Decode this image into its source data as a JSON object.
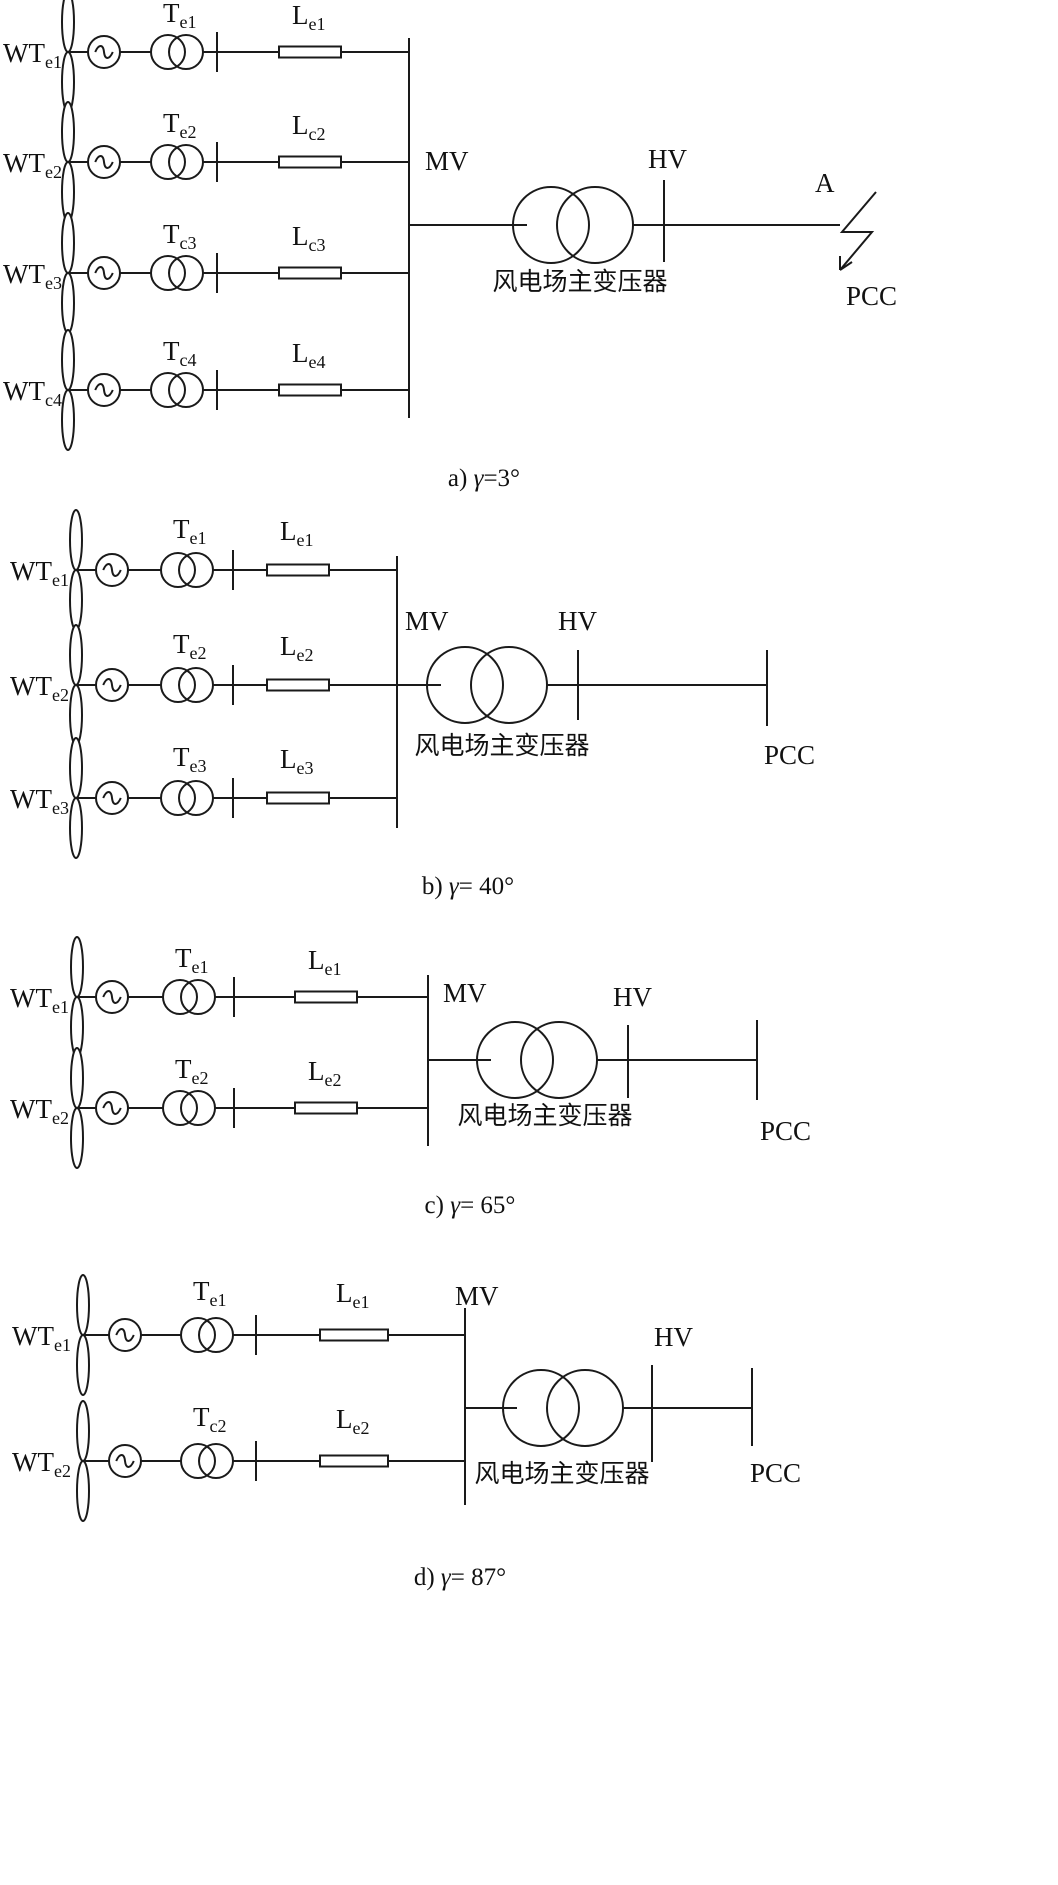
{
  "panels": [
    {
      "id": "a",
      "caption": {
        "prefix": "a) ",
        "symbol": "γ",
        "value": "=3°"
      },
      "branches": [
        {
          "turbine": [
            "WT",
            "e1"
          ],
          "transformer": [
            "T",
            "e1"
          ],
          "line": [
            "L",
            "e1"
          ]
        },
        {
          "turbine": [
            "WT",
            "e2"
          ],
          "transformer": [
            "T",
            "e2"
          ],
          "line": [
            "L",
            "c2"
          ]
        },
        {
          "turbine": [
            "WT",
            "e3"
          ],
          "transformer": [
            "T",
            "c3"
          ],
          "line": [
            "L",
            "c3"
          ]
        },
        {
          "turbine": [
            "WT",
            "c4"
          ],
          "transformer": [
            "T",
            "c4"
          ],
          "line": [
            "L",
            "e4"
          ]
        }
      ],
      "mv_label": "MV",
      "hv_label": "HV",
      "main_transformer_label": "风电场主变压器",
      "pcc_label": "PCC",
      "fault_label": "A"
    },
    {
      "id": "b",
      "caption": {
        "prefix": "b) ",
        "symbol": "γ",
        "value": "= 40°"
      },
      "branches": [
        {
          "turbine": [
            "WT",
            "e1"
          ],
          "transformer": [
            "T",
            "e1"
          ],
          "line": [
            "L",
            "e1"
          ]
        },
        {
          "turbine": [
            "WT",
            "e2"
          ],
          "transformer": [
            "T",
            "e2"
          ],
          "line": [
            "L",
            "e2"
          ]
        },
        {
          "turbine": [
            "WT",
            "e3"
          ],
          "transformer": [
            "T",
            "e3"
          ],
          "line": [
            "L",
            "e3"
          ]
        }
      ],
      "mv_label": "MV",
      "hv_label": "HV",
      "main_transformer_label": "风电场主变压器",
      "pcc_label": "PCC"
    },
    {
      "id": "c",
      "caption": {
        "prefix": "c) ",
        "symbol": "γ",
        "value": "= 65°"
      },
      "branches": [
        {
          "turbine": [
            "WT",
            "e1"
          ],
          "transformer": [
            "T",
            "e1"
          ],
          "line": [
            "L",
            "e1"
          ]
        },
        {
          "turbine": [
            "WT",
            "e2"
          ],
          "transformer": [
            "T",
            "e2"
          ],
          "line": [
            "L",
            "e2"
          ]
        }
      ],
      "mv_label": "MV",
      "hv_label": "HV",
      "main_transformer_label": "风电场主变压器",
      "pcc_label": "PCC"
    },
    {
      "id": "d",
      "caption": {
        "prefix": "d) ",
        "symbol": "γ",
        "value": "= 87°"
      },
      "branches": [
        {
          "turbine": [
            "WT",
            "e1"
          ],
          "transformer": [
            "T",
            "e1"
          ],
          "line": [
            "L",
            "e1"
          ]
        },
        {
          "turbine": [
            "WT",
            "e2"
          ],
          "transformer": [
            "T",
            "c2"
          ],
          "line": [
            "L",
            "e2"
          ]
        }
      ],
      "mv_label": "MV",
      "hv_label": "HV",
      "main_transformer_label": "风电场主变压器",
      "pcc_label": "PCC"
    }
  ]
}
